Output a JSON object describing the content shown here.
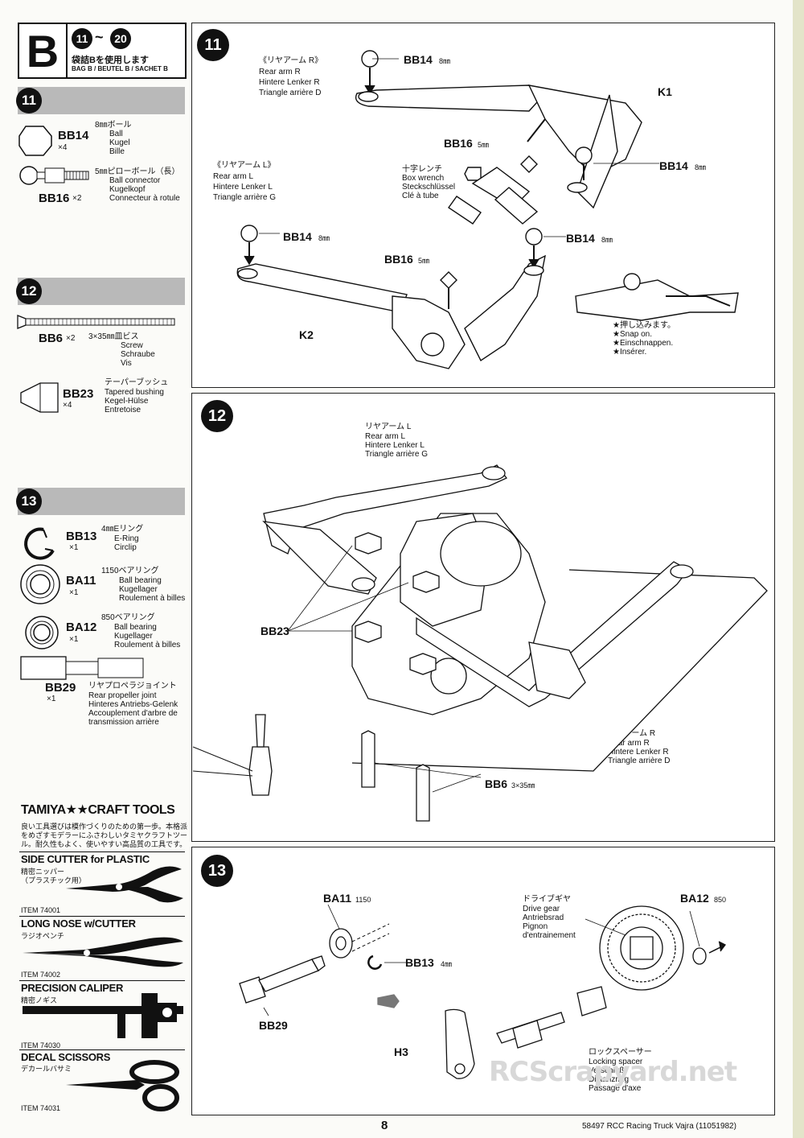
{
  "bag_header": {
    "letter": "B",
    "range_start": "11",
    "range_sep": "~",
    "range_end": "20",
    "jp": "袋詰Bを使用します",
    "en": "BAG B / BEUTEL B / SACHET B"
  },
  "parts_left": {
    "step11": {
      "number": "11",
      "items": [
        {
          "code": "BB14",
          "qty": "×4",
          "jp": "8㎜ボール",
          "desc": [
            "Ball",
            "Kugel",
            "Bille"
          ]
        },
        {
          "code": "BB16",
          "qty": "×2",
          "jp": "5㎜ピローボール（長）",
          "desc": [
            "Ball connector",
            "Kugelkopf",
            "Connecteur à rotule"
          ]
        }
      ]
    },
    "step12": {
      "number": "12",
      "items": [
        {
          "code": "BB6",
          "qty": "×2",
          "jp": "3×35㎜皿ビス",
          "desc": [
            "Screw",
            "Schraube",
            "Vis"
          ]
        },
        {
          "code": "BB23",
          "qty": "×4",
          "jp": "テーパーブッシュ",
          "desc": [
            "Tapered bushing",
            "Kegel-Hülse",
            "Entretoise"
          ]
        }
      ]
    },
    "step13": {
      "number": "13",
      "items": [
        {
          "code": "BB13",
          "qty": "×1",
          "jp": "4㎜Eリング",
          "desc": [
            "E-Ring",
            "Circlip"
          ]
        },
        {
          "code": "BA11",
          "qty": "×1",
          "jp": "1150ベアリング",
          "desc": [
            "Ball bearing",
            "Kugellager",
            "Roulement à billes"
          ]
        },
        {
          "code": "BA12",
          "qty": "×1",
          "jp": "850ベアリング",
          "desc": [
            "Ball bearing",
            "Kugellager",
            "Roulement à billes"
          ]
        },
        {
          "code": "BB29",
          "qty": "×1",
          "jp": "リヤプロペラジョイント",
          "desc": [
            "Rear propeller joint",
            "Hinteres Antriebs-Gelenk",
            "Accouplement d'arbre de",
            "transmission arrière"
          ]
        }
      ]
    }
  },
  "tools": {
    "brand": "TAMIYA★★CRAFT TOOLS",
    "intro": [
      "良い工具選びは模作づくりのための第一歩。本格派",
      "をめざすモデラーにふさわしいタミヤクラフトツー",
      "ル。耐久性もよく、使いやすい高品質の工具です。"
    ],
    "list": [
      {
        "name": "SIDE CUTTER for PLASTIC",
        "jp": [
          "精密ニッパー",
          "（プラスチック用）"
        ],
        "item": "ITEM 74001"
      },
      {
        "name": "LONG NOSE w/CUTTER",
        "jp": [
          "ラジオペンチ"
        ],
        "item": "ITEM 74002"
      },
      {
        "name": "PRECISION CALIPER",
        "jp": [
          "精密ノギス"
        ],
        "item": "ITEM 74030"
      },
      {
        "name": "DECAL SCISSORS",
        "jp": [
          "デカールバサミ"
        ],
        "item": "ITEM 74031"
      }
    ]
  },
  "step11": {
    "number": "11",
    "arm_r": {
      "jp": "《リヤアーム R》",
      "lines": [
        "Rear arm R",
        "Hintere Lenker R",
        "Triangle arrière D"
      ]
    },
    "arm_l": {
      "jp": "《リヤアーム L》",
      "lines": [
        "Rear arm L",
        "Hintere Lenker L",
        "Triangle arrière G"
      ]
    },
    "bb14": "BB14",
    "size8": "8㎜",
    "bb16": "BB16",
    "size5": "5㎜",
    "k1": "K1",
    "k2": "K2",
    "wrench": {
      "jp": "十字レンチ",
      "lines": [
        "Box wrench",
        "Steckschlüssel",
        "Clé à tube"
      ]
    },
    "snap": {
      "jp": "★押し込みます。",
      "lines": [
        "★Snap on.",
        "★Einschnappen.",
        "★Insérer."
      ]
    }
  },
  "step12": {
    "number": "12",
    "arm_l": {
      "jp": "リヤアーム L",
      "lines": [
        "Rear arm L",
        "Hintere Lenker L",
        "Triangle arrière G"
      ]
    },
    "arm_r": {
      "jp": "リヤアーム R",
      "lines": [
        "Rear arm R",
        "Hintere Lenker R",
        "Triangle arrière D"
      ]
    },
    "bb23": "BB23",
    "bb6": "BB6",
    "bb6_size": "3×35㎜"
  },
  "step13": {
    "number": "13",
    "ba11": "BA11",
    "ba11_size": "1150",
    "bb13": "BB13",
    "bb13_size": "4㎜",
    "bb29": "BB29",
    "h3": "H3",
    "ba12": "BA12",
    "ba12_size": "850",
    "drive_gear": {
      "jp": "ドライブギヤ",
      "lines": [
        "Drive gear",
        "Antriebsrad",
        "Pignon",
        "d'entrainement"
      ]
    },
    "lock_spacer": {
      "jp": "ロックスペーサー",
      "lines": [
        "Locking spacer",
        "Verschluß-",
        "Distanzring",
        "Passage d'axe"
      ]
    }
  },
  "footer": {
    "page_number": "8",
    "model": "58497 RCC Racing Truck Vajra (11051982)",
    "watermark": "RCScrapyard.net"
  }
}
